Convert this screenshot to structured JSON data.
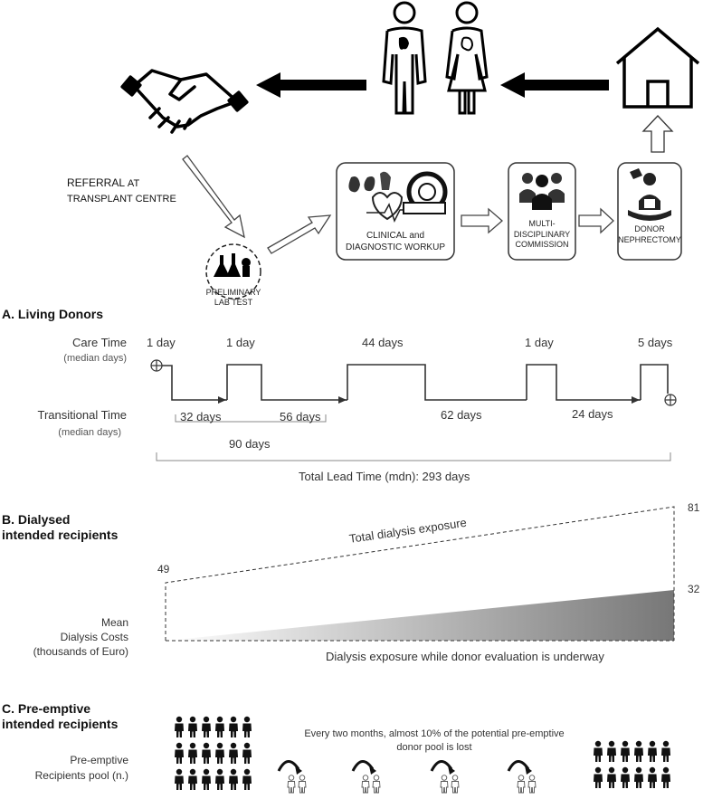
{
  "flow": {
    "referral_line1": "REFERRAL",
    "referral_line1_small": "AT",
    "referral_line2": "TRANSPLANT CENTRE",
    "lab_line1": "PRELIMINARY",
    "lab_line2": "LAB TEST",
    "workup_line1": "CLINICAL and",
    "workup_line2": "DIAGNOSTIC WORKUP",
    "commission_line1": "MULTI-",
    "commission_line2": "DISCIPLINARY",
    "commission_line3": "COMMISSION",
    "nephrectomy_line1": "DONOR",
    "nephrectomy_line2": "NEPHRECTOMY"
  },
  "section_a": {
    "title": "A. Living Donors",
    "care_time_label": "Care Time",
    "care_time_sub": "(median days)",
    "transitional_label": "Transitional Time",
    "transitional_sub": "(median days)",
    "care_values": [
      "1 day",
      "1 day",
      "44 days",
      "1 day",
      "5 days"
    ],
    "transition_values": [
      "32 days",
      "56 days",
      "62 days",
      "24 days"
    ],
    "subtotal": "90 days",
    "total": "Total Lead Time (mdn): 293 days"
  },
  "section_b": {
    "title_line1": "B. Dialysed",
    "title_line2": "intended recipients",
    "ylabel_line1": "Mean",
    "ylabel_line2": "Dialysis Costs",
    "ylabel_line3": "(thousands of Euro)",
    "start_value": "49",
    "end_total_value": "81",
    "end_eval_value": "32",
    "total_label": "Total dialysis exposure",
    "eval_label": "Dialysis exposure while donor evaluation is underway"
  },
  "section_c": {
    "title_line1": "C. Pre-emptive",
    "title_line2": "intended recipients",
    "ylabel_line1": "Pre-emptive",
    "ylabel_line2": "Recipients pool (n.)",
    "note_line1": "Every two months, almost 10% of the potential pre-emptive",
    "note_line2": "donor pool is lost"
  },
  "colors": {
    "arrow": "#000000",
    "line": "#333333",
    "gradient_start": "#ffffff",
    "gradient_end": "#7a7a7a"
  },
  "icons": [
    "handshake-icon",
    "couple-kidney-icon",
    "house-icon",
    "lab-flasks-icon",
    "diagnostic-icon",
    "medical-team-icon",
    "surgeon-icon",
    "person-icon",
    "loss-arrow-icon"
  ]
}
